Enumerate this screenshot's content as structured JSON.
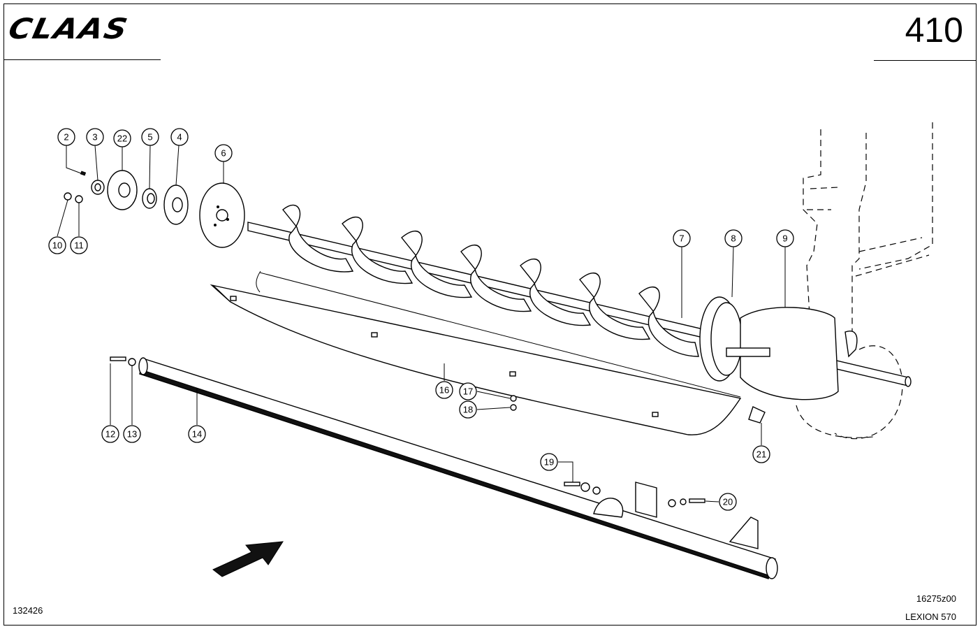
{
  "header": {
    "brand": "CLAAS",
    "page_number": "410"
  },
  "footer": {
    "left_code": "132426",
    "drawing_code": "16275z00",
    "model": "LEXION 570"
  },
  "callouts": [
    "2",
    "3",
    "22",
    "5",
    "4",
    "6",
    "10",
    "11",
    "7",
    "8",
    "9",
    "16",
    "17",
    "18",
    "12",
    "13",
    "14",
    "21",
    "19",
    "20"
  ]
}
